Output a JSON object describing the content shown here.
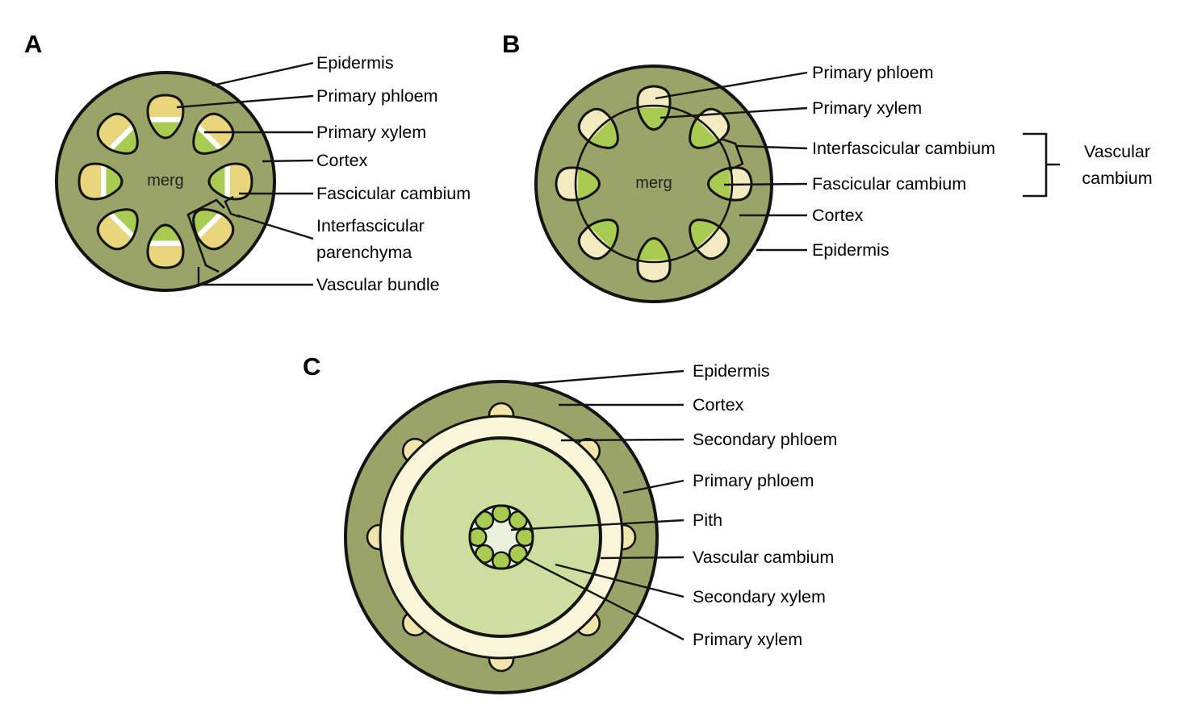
{
  "figure": {
    "panels": [
      {
        "title": "A",
        "center_label": "merg",
        "labels": [
          "Epidermis",
          "Primary phloem",
          "Primary xylem",
          "Cortex",
          "Fascicular cambium",
          "Interfascicular parenchyma",
          "Vascular bundle"
        ]
      },
      {
        "title": "B",
        "center_label": "merg",
        "labels": [
          "Primary phloem",
          "Primary xylem",
          "Interfascicular cambium",
          "Fascicular cambium",
          "Cortex",
          "Epidermis"
        ],
        "bracket_label": "Vascular cambium"
      },
      {
        "title": "C",
        "labels": [
          "Epidermis",
          "Cortex",
          "Secondary phloem",
          "Primary phloem",
          "Pith",
          "Vascular cambium",
          "Secondary xylem",
          "Primary xylem"
        ]
      }
    ],
    "colors": {
      "ground": "#9AA469",
      "phloem_yellow": "#E9D57C",
      "xylem_green": "#A8CC52",
      "cream_cap": "#F2EBC0",
      "cream_ring": "#F8F5D8",
      "cream_bump": "#F1E5AC",
      "secondary_xylem_green": "#CDDE9F",
      "pith_pale": "#EBF1DD",
      "stripe_white": "#FFFFFF",
      "outline": "#141414"
    }
  }
}
